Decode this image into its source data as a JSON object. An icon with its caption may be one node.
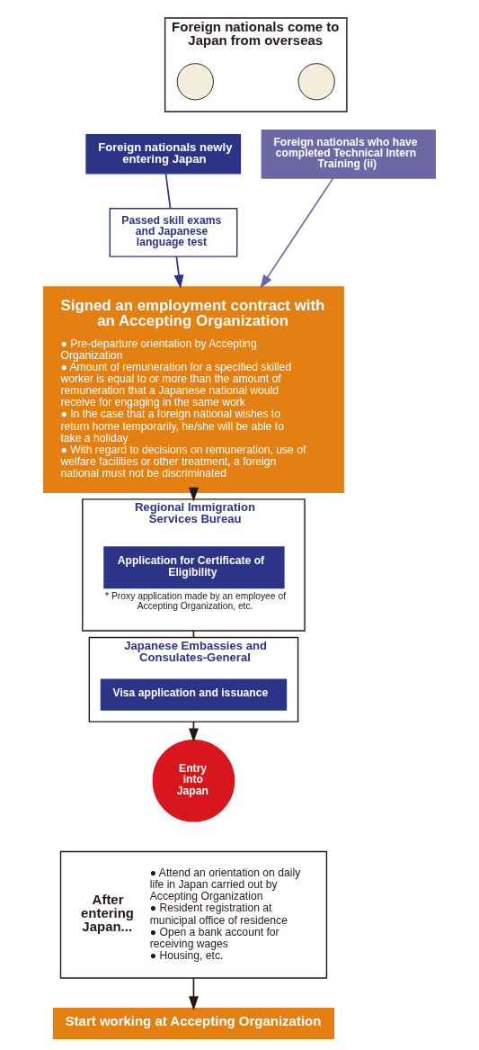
{
  "diagram": {
    "nodes": [
      {
        "text": [
          "Foreign nationals come to Japan from overseas"
        ]
      },
      {
        "text": [],
        "shape": "person",
        "in": 0
      },
      {
        "text": [],
        "shape": "person",
        "in": 0
      },
      {
        "text": [
          "Foreign nationals newly entering Japan"
        ]
      },
      {
        "text": [
          "Foreign nationals who have completed Technical Intern Training (ii)"
        ]
      },
      {
        "text": [
          "Passed skill exams and Japanese language test"
        ]
      },
      {
        "text": [
          "Signed an employment contract with an Accepting Organization",
          "● Pre-departure orientation by Accepting Organization",
          "● Amount of remuneration for a specified skilled worker is equal to or more than the amount of remuneration that a Japanese national would receive for engaging in the same work",
          "● In the case that a foreign national wishes to return home temporarily, he/she will be able to take a holiday",
          "● With regard to decisions on remuneration, use of welfare facilities or other treatment, a foreign national must not be discriminated"
        ]
      },
      {
        "text": [
          "Regional Immigration Services Bureau"
        ]
      },
      {
        "text": [
          "Application for Certificate of Eligibility"
        ],
        "in": 7,
        "beside": [
          "* Proxy application made by an employee of Accepting Organization, etc."
        ]
      },
      {
        "text": [
          "Japanese Embassies and Consulates-General"
        ]
      },
      {
        "text": [
          "Visa application and issuance"
        ],
        "in": 9
      },
      {
        "text": [
          "Entry into Japan"
        ]
      },
      {
        "text": [
          "After entering Japan...",
          "● Attend an orientation on daily life in Japan carried out by Accepting Organization",
          "● Resident registration at municipal office of residence",
          "● Open a bank account for receiving wages",
          "● Housing, etc."
        ]
      },
      {
        "text": [
          "Start working at Accepting Organization"
        ]
      }
    ],
    "edges": [
      {
        "from": 3,
        "to": 5,
        "arrow": "none",
        "color": "#2b3486"
      },
      {
        "from": 5,
        "to": 6,
        "arrow": "to",
        "color": "#2b3486"
      },
      {
        "from": 4,
        "to": 6,
        "arrow": "to",
        "color": "#6e67a6"
      },
      {
        "from": 6,
        "to": 7,
        "arrow": "to"
      },
      {
        "from": 7,
        "to": 9,
        "arrow": "none"
      },
      {
        "from": 9,
        "to": 11,
        "arrow": "to"
      },
      {
        "from": 12,
        "to": 13,
        "arrow": "to"
      }
    ]
  }
}
